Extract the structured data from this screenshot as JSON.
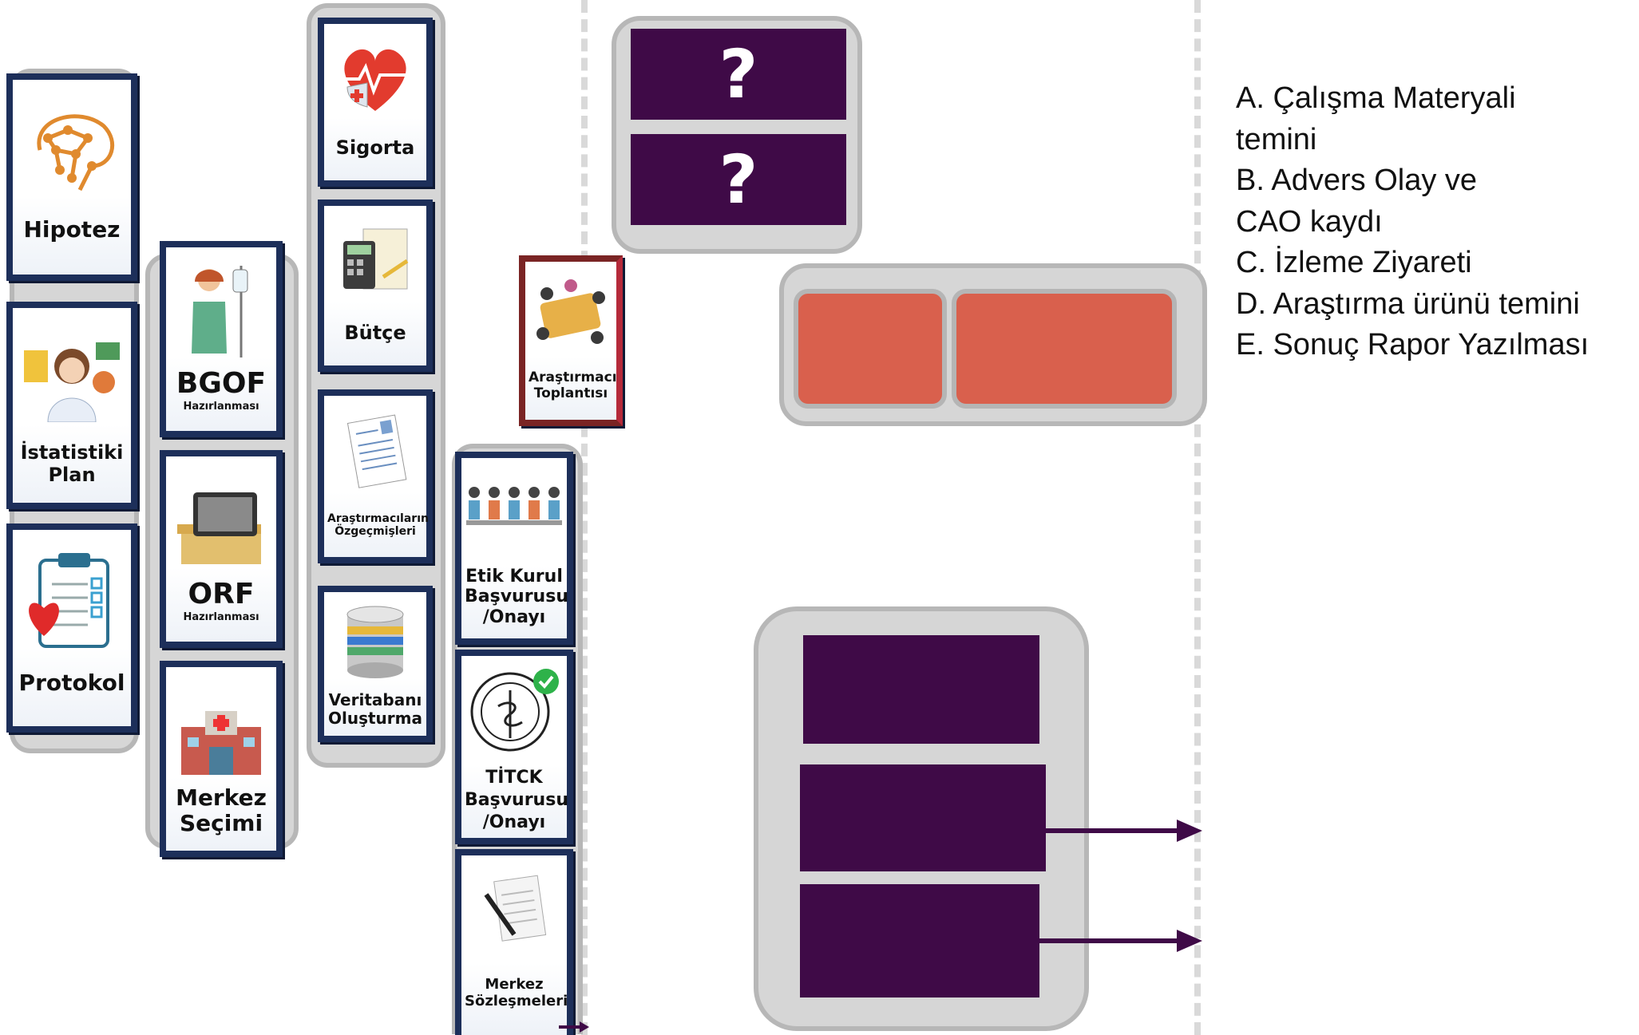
{
  "cards": {
    "hipotez": "Hipotez",
    "istatistiki_plan": "İstatistiki Plan",
    "protokol": "Protokol",
    "bgof": "BGOF",
    "bgof_sub": "Hazırlanması",
    "orf": "ORF",
    "orf_sub": "Hazırlanması",
    "merkez_secimi": "Merkez Seçimi",
    "sigorta": "Sigorta",
    "butce": "Bütçe",
    "ozgecmis": "Araştırmacıların Özgeçmişleri",
    "veritabani": "Veritabanı Oluşturma",
    "arastirmaci_toplantisi": "Araştırmacı Toplantısı",
    "etik_kurul": "Etik Kurul Başvurusu /Onayı",
    "titck_line1": "TİTCK",
    "titck_line2": "Başvurusu",
    "titck_line3": "/Onayı",
    "merkez_sozlesmeleri": "Merkez Sözleşmeleri"
  },
  "boxes": {
    "question_1": "?",
    "question_2": "?"
  },
  "legend": {
    "line_a1": "A.   Çalışma Materyali",
    "line_a2": "temini",
    "line_b1": "B. Advers Olay ve",
    "line_b2": "CAO kaydı",
    "line_c": "C. İzleme Ziyareti",
    "line_d": "D. Araştırma ürünü temini",
    "line_e": "E. Sonuç Rapor Yazılması"
  },
  "colors": {
    "card_border": "#1d2f5a",
    "dark_box": "#3f0a47",
    "red_box": "#d9604d",
    "group_bg": "#d6d6d6"
  }
}
